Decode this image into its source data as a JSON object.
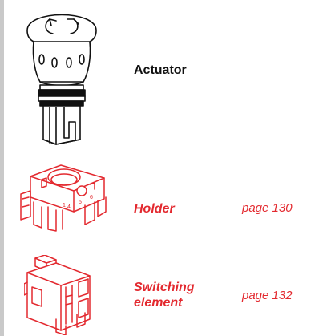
{
  "items": [
    {
      "label": "Actuator",
      "page": ""
    },
    {
      "label": "Holder",
      "page": "page 130"
    },
    {
      "label": "Switching element",
      "page": "page 132"
    }
  ],
  "colors": {
    "accent_red": "#e3292f",
    "text_black": "#111111",
    "line_black": "#111111",
    "side_bar_gray": "#c9c9c9"
  },
  "icons": {
    "actuator": "emergency-stop-actuator-icon",
    "holder": "contact-block-holder-icon",
    "switching_element": "switching-element-icon"
  }
}
